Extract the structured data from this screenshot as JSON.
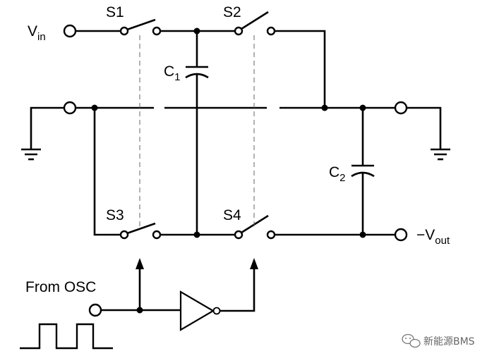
{
  "labels": {
    "vin_main": "V",
    "vin_sub": "in",
    "s1": "S1",
    "s2": "S2",
    "s3": "S3",
    "s4": "S4",
    "c1_main": "C",
    "c1_sub": "1",
    "c2_main": "C",
    "c2_sub": "2",
    "vout_main": "−V",
    "vout_sub": "out",
    "osc": "From OSC"
  },
  "watermark": {
    "text": "新能源BMS",
    "icon": "wechat-icon"
  },
  "colors": {
    "wire": "#000000",
    "dashed_link": "#666666",
    "watermark": "#666666",
    "background": "#ffffff"
  }
}
